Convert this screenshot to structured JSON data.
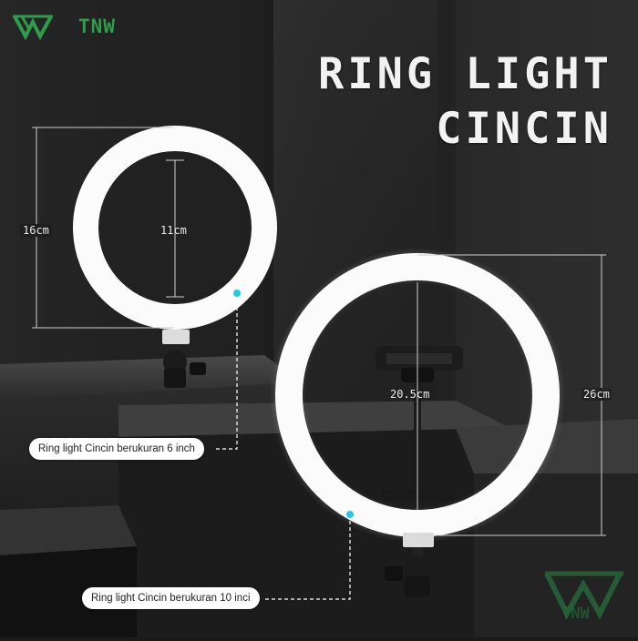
{
  "brand": {
    "name": "TNW"
  },
  "title": {
    "line1": "RING LIGHT",
    "line2": "CINCIN"
  },
  "small_ring": {
    "outer_diameter_label": "16cm",
    "inner_diameter_label": "11cm",
    "callout": "Ring light Cincin berukuran 6 inch"
  },
  "large_ring": {
    "inner_diameter_label": "20.5cm",
    "outer_diameter_label": "26cm",
    "callout": "Ring light Cincin berukuran 10 inci"
  },
  "watermark": {
    "text": "TNW"
  },
  "colors": {
    "brand_green": "#2f9c4a",
    "accent_dot": "#22c8e6",
    "ring_white": "#fbfbfb"
  }
}
